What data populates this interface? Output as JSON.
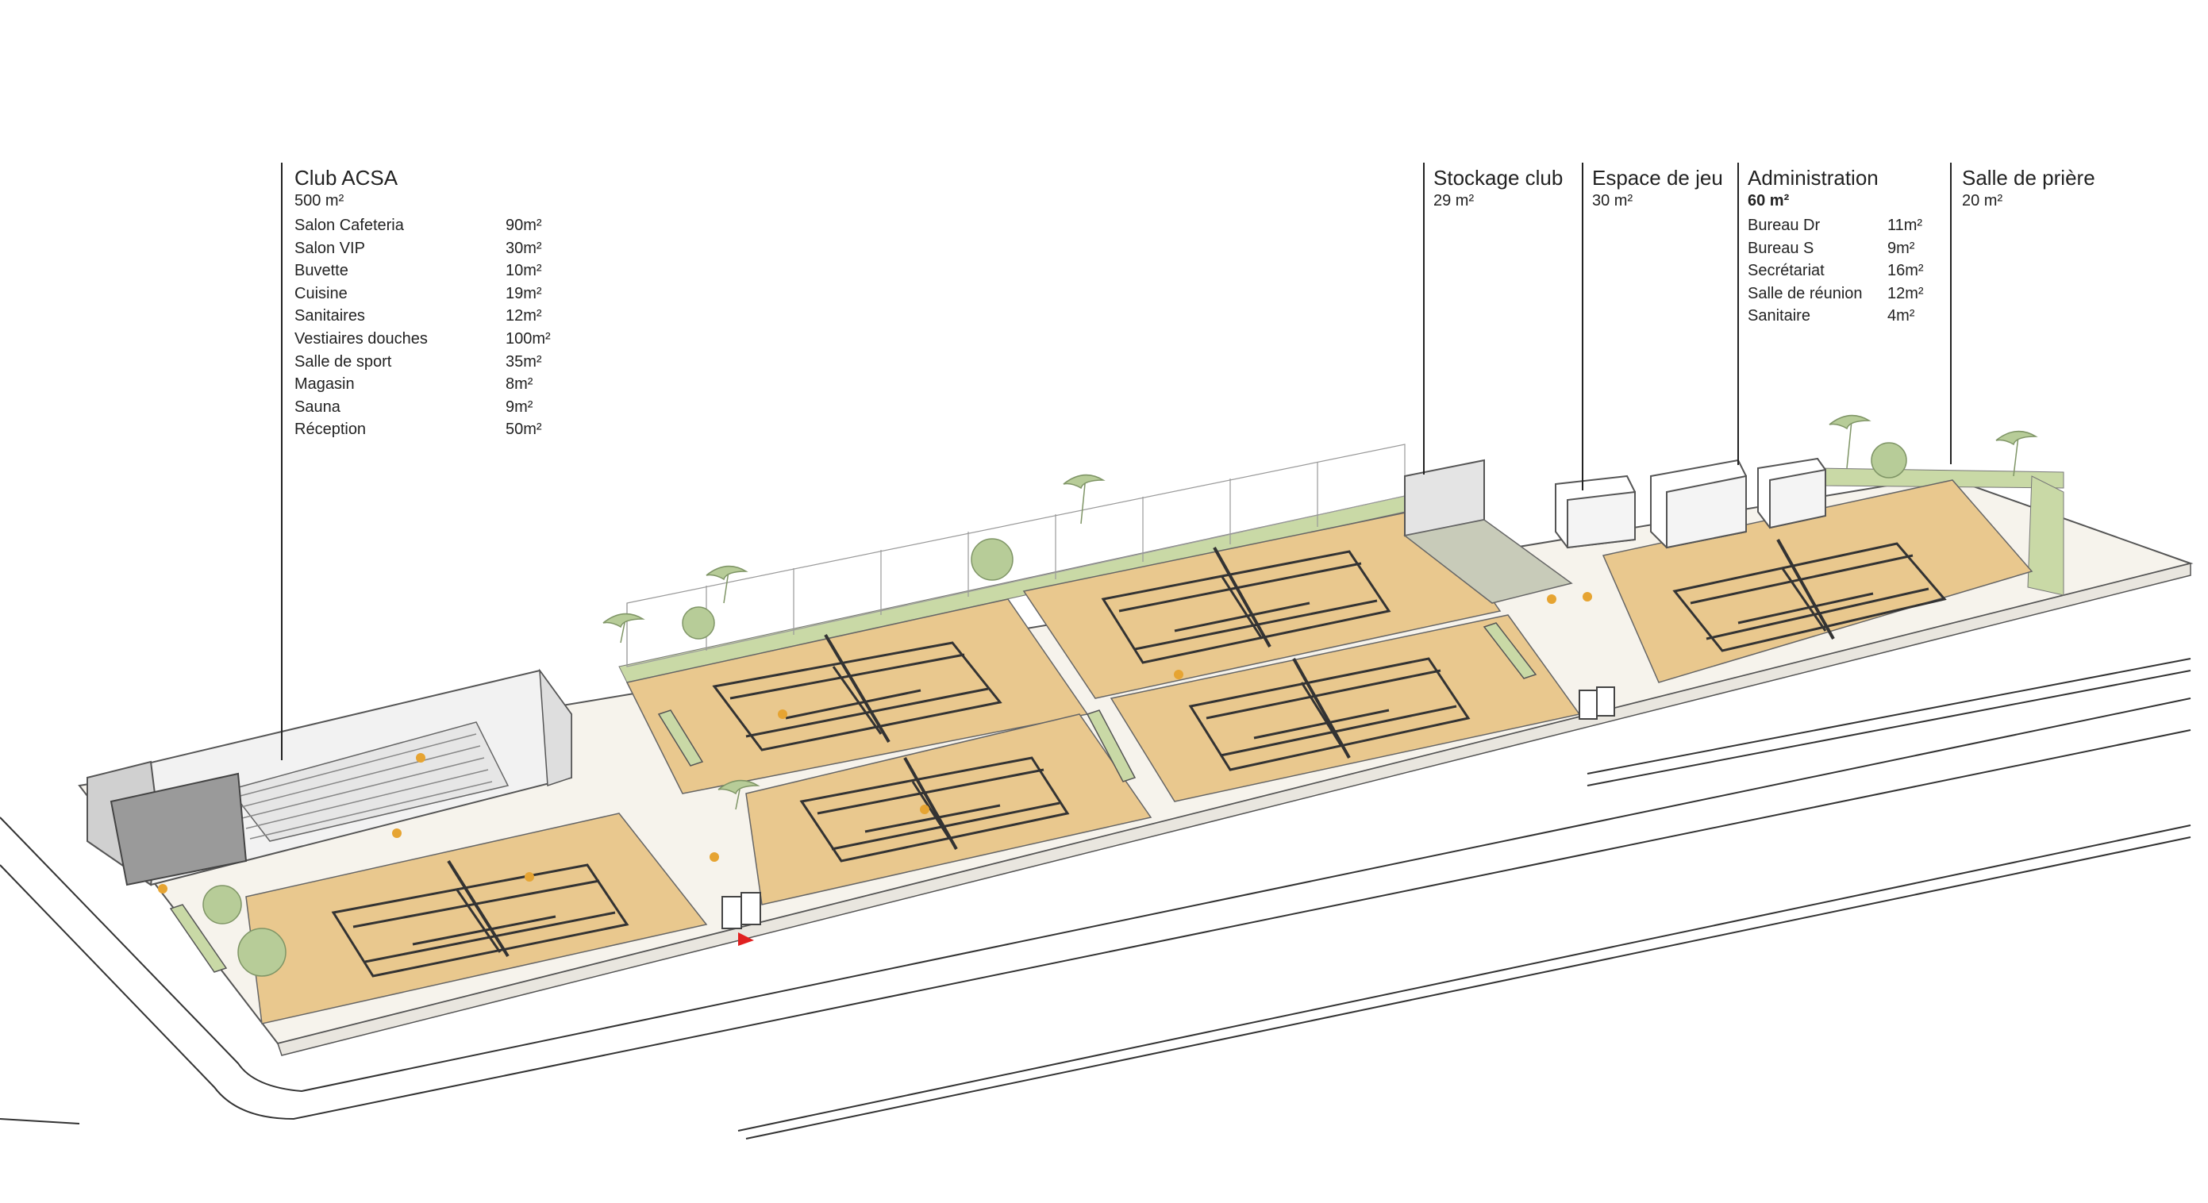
{
  "colors": {
    "court_surface": "#e9c88e",
    "court_line": "#333333",
    "grass": "#c9d9a6",
    "storage_ground": "#c8cbb9",
    "building_wall": "#ffffff",
    "figure": "#e6a432",
    "entrance_marker": "#e02020",
    "tree": "#b7cc98"
  },
  "labels": {
    "club": {
      "title": "Club ACSA",
      "area": "500 m²",
      "rooms": [
        {
          "name": "Salon Cafeteria",
          "area": "90m²"
        },
        {
          "name": "Salon VIP",
          "area": "30m²"
        },
        {
          "name": "Buvette",
          "area": "10m²"
        },
        {
          "name": "Cuisine",
          "area": "19m²"
        },
        {
          "name": "Sanitaires",
          "area": "12m²"
        },
        {
          "name": "Vestiaires douches",
          "area": "100m²"
        },
        {
          "name": "Salle de sport",
          "area": "35m²"
        },
        {
          "name": "Magasin",
          "area": "8m²"
        },
        {
          "name": "Sauna",
          "area": "9m²"
        },
        {
          "name": "Réception",
          "area": "50m²"
        }
      ]
    },
    "storage": {
      "title": "Stockage club",
      "area": "29 m²"
    },
    "play": {
      "title": "Espace de jeu",
      "area": "30 m²"
    },
    "admin": {
      "title": "Administration",
      "area": "60 m²",
      "rooms": [
        {
          "name": "Bureau Dr",
          "area": "11m²"
        },
        {
          "name": "Bureau S",
          "area": "9m²"
        },
        {
          "name": "Secrétariat",
          "area": "16m²"
        },
        {
          "name": "Salle de réunion",
          "area": "12m²"
        },
        {
          "name": "Sanitaire",
          "area": "4m²"
        }
      ]
    },
    "prayer": {
      "title": "Salle de prière",
      "area": "20 m²"
    }
  },
  "icons": [
    "palm-tree-icon",
    "person-figure-icon",
    "entrance-arrow-icon"
  ]
}
